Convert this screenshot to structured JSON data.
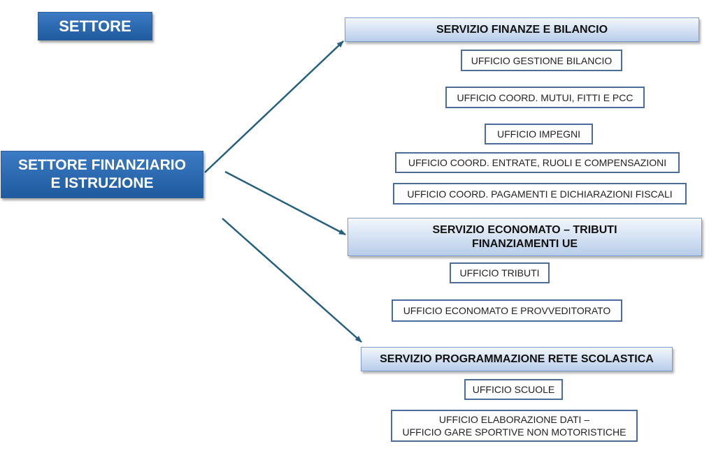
{
  "badge": {
    "label": "SETTORE"
  },
  "main": {
    "line1": "SETTORE FINANZIARIO",
    "line2": "E ISTRUZIONE"
  },
  "services": [
    {
      "title_line1": "SERVIZIO FINANZE E BILANCIO",
      "title_line2": "",
      "offices": [
        "UFFICIO GESTIONE BILANCIO",
        "UFFICIO COORD. MUTUI, FITTI E PCC",
        "UFFICIO IMPEGNI",
        "UFFICIO COORD. ENTRATE, RUOLI E COMPENSAZIONI",
        "UFFICIO COORD. PAGAMENTI E DICHIARAZIONI FISCALI"
      ]
    },
    {
      "title_line1": "SERVIZIO ECONOMATO – TRIBUTI",
      "title_line2": "FINANZIAMENTI UE",
      "offices": [
        "UFFICIO TRIBUTI",
        "UFFICIO ECONOMATO E PROVVEDITORATO"
      ]
    },
    {
      "title_line1": "SERVIZIO PROGRAMMAZIONE RETE SCOLASTICA",
      "title_line2": "",
      "offices": [
        "UFFICIO SCUOLE",
        {
          "line1": "UFFICIO ELABORAZIONE DATI –",
          "line2": "UFFICIO GARE SPORTIVE NON MOTORISTICHE"
        }
      ]
    }
  ],
  "colors": {
    "main_blue": "#1f5a9e",
    "service_gradient_light": "#f3f7fd",
    "service_gradient_dark": "#b8cdea",
    "office_border": "#4a6d9c",
    "arrow": "#25607f"
  }
}
